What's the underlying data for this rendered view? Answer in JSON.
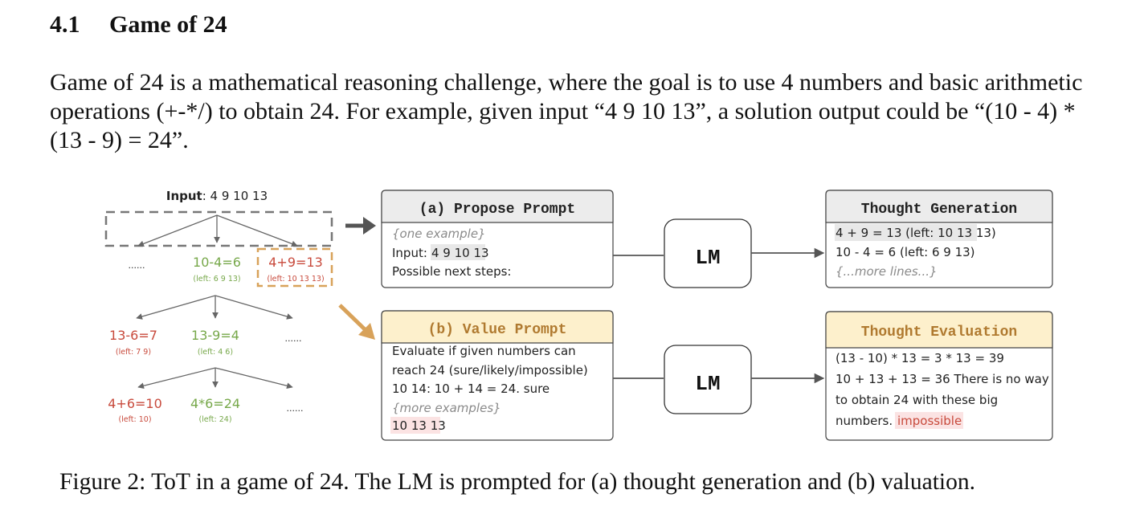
{
  "section": {
    "number": "4.1",
    "title": "Game of 24"
  },
  "body": {
    "paragraph": "Game of 24 is a mathematical reasoning challenge, where the goal is to use 4 numbers and basic arithmetic operations (+-*/) to obtain 24. For example, given input “4 9 10 13”, a solution output could be “(10 - 4) * (13 - 9) = 24”."
  },
  "figure": {
    "tree": {
      "input_label": "Input",
      "input_value": ": 4 9 10 13",
      "ellipsis": "......",
      "level1": [
        {
          "expr": "",
          "left": "",
          "color": "dark"
        },
        {
          "expr": "10-4=6",
          "left": "(left: 6 9 13)",
          "color": "green"
        },
        {
          "expr": "4+9=13",
          "left": "(left: 10 13 13)",
          "color": "red"
        }
      ],
      "level2": [
        {
          "expr": "13-6=7",
          "left": "(left: 7 9)",
          "color": "red"
        },
        {
          "expr": "13-9=4",
          "left": "(left: 4 6)",
          "color": "green"
        }
      ],
      "level3": [
        {
          "expr": "4+6=10",
          "left": "(left: 10)",
          "color": "red"
        },
        {
          "expr": "4*6=24",
          "left": "(left: 24)",
          "color": "green"
        }
      ]
    },
    "propose_prompt": {
      "title": "(a) Propose Prompt",
      "example_placeholder": "{one example}",
      "input_prefix": "Input: ",
      "input_value": "4 9 10 13",
      "next_steps": "Possible next steps:"
    },
    "value_prompt": {
      "title": "(b) Value Prompt",
      "line1": "Evaluate if given numbers can",
      "line2": "reach 24 (sure/likely/impossible)",
      "line3": "10 14: 10 + 14 = 24. sure",
      "more_examples": "{more examples}",
      "input_value": "10 13 13"
    },
    "lm_label": "LM",
    "thought_generation": {
      "title": "Thought Generation",
      "lines": [
        "4 + 9 = 13 (left: 10 13 13)",
        "10 - 4 = 6 (left: 6 9 13)"
      ],
      "more_lines": "{...more lines...}"
    },
    "thought_evaluation": {
      "title": "Thought Evaluation",
      "line1": "(13 - 10) * 13 = 3 * 13 = 39",
      "line2": "10 + 13 + 13 = 36 There is no way",
      "line3": "to obtain 24 with these big",
      "line4_prefix": "numbers. ",
      "verdict": "impossible"
    },
    "colors": {
      "green": "#77a84a",
      "red": "#c84a3c",
      "orange": "#d8a25a",
      "header_gray": "#ececec",
      "header_yellow": "#fdf0cc",
      "highlight_gray": "#e8e8e8",
      "highlight_pink": "#fbe3e3"
    }
  },
  "caption": "Figure 2: ToT in a game of 24. The LM is prompted for (a) thought generation and (b) valuation."
}
